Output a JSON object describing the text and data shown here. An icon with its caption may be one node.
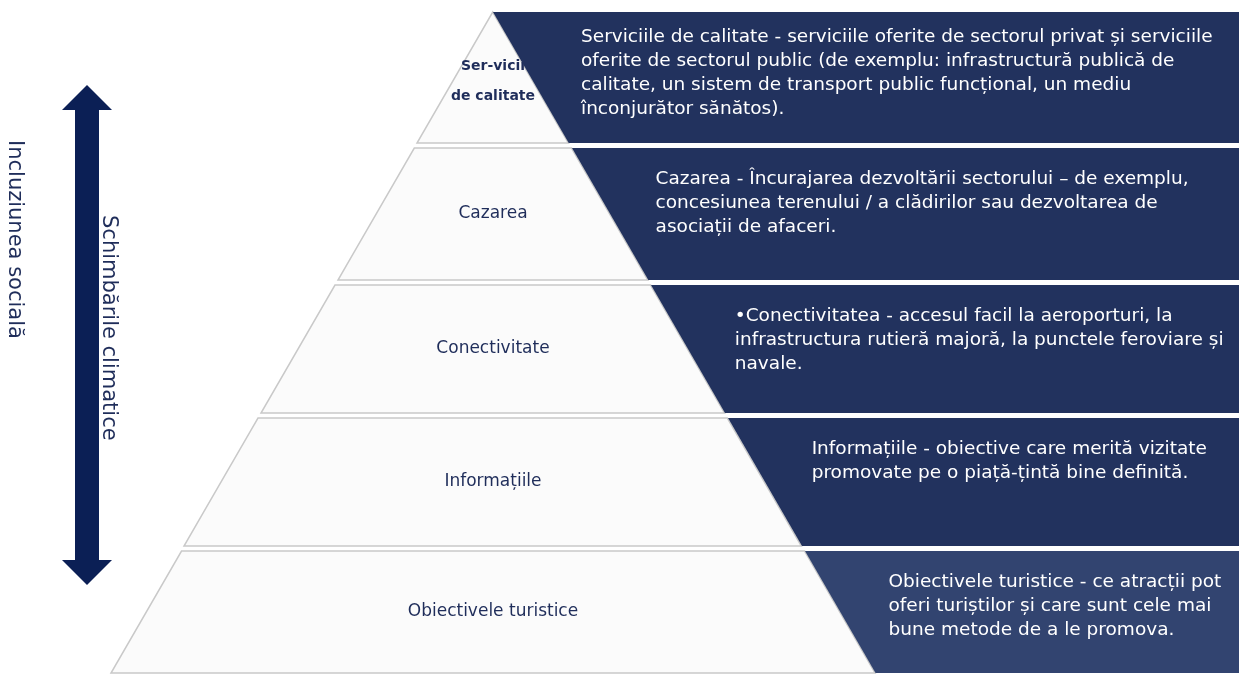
{
  "diagram": {
    "nodes": [
      {
        "text": [
          "Ser-vicii de calitate"
        ]
      },
      {
        "text": [
          "Serviciile de calitate - serviciile oferite de sectorul privat și serviciile oferite de sectorul public (de exemplu: infrastructură publică de calitate, un sistem de transport public funcțional, un mediu înconjurător sănătos)."
        ]
      },
      {
        "text": [
          "Cazarea"
        ]
      },
      {
        "text": [
          "Cazarea - Încurajarea dezvoltării sectorului – de exemplu, concesiunea terenului / a clădirilor sau dezvoltarea de asociații de afaceri."
        ]
      },
      {
        "text": [
          "Conectivitate"
        ]
      },
      {
        "text": [
          "•Conectivitatea - accesul facil la aeroporturi, la infrastructura rutieră majoră, la punctele feroviare și navale."
        ]
      },
      {
        "text": [
          "Informațiile"
        ]
      },
      {
        "text": [
          "Informațiile  - obiective care merită vizitate promovate pe o piață-țintă bine definită."
        ]
      },
      {
        "text": [
          "Obiectivele turistice"
        ]
      },
      {
        "text": [
          "Obiectivele turistice - ce atracții pot oferi turiștilor și care sunt cele mai bune metode de a le promova."
        ]
      }
    ],
    "edges": [],
    "labels": [
      "Incluziunea socială",
      "Schimbările climatice"
    ]
  }
}
